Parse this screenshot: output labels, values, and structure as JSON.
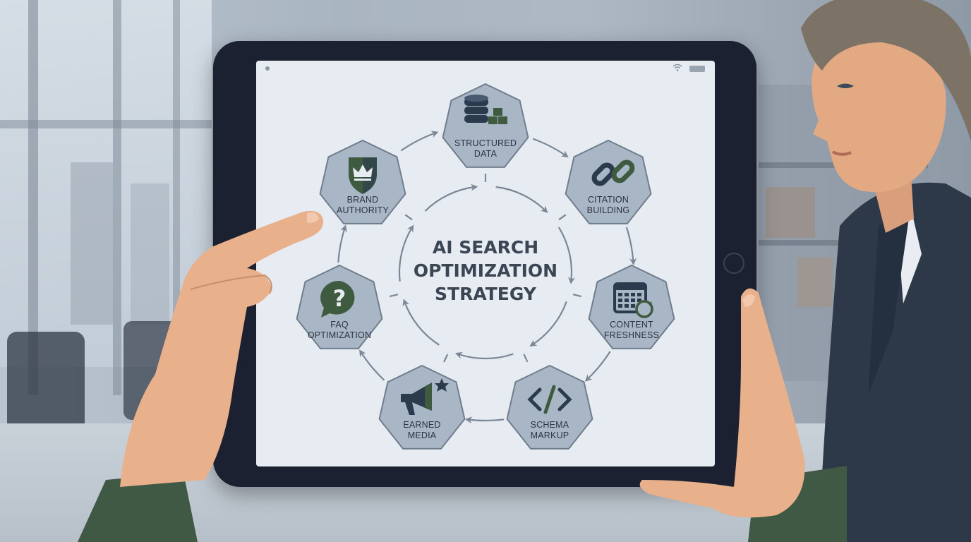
{
  "diagram": {
    "center_title": [
      "AI SEARCH",
      "OPTIMIZATION",
      "STRATEGY"
    ],
    "nodes": [
      {
        "label": [
          "STRUCTURED",
          "DATA"
        ],
        "icon": "database-icon"
      },
      {
        "label": [
          "CITATION",
          "BUILDING"
        ],
        "icon": "link-icon"
      },
      {
        "label": [
          "CONTENT",
          "FRESHNESS"
        ],
        "icon": "calendar-refresh-icon"
      },
      {
        "label": [
          "SCHEMA",
          "MARKUP"
        ],
        "icon": "code-icon"
      },
      {
        "label": [
          "EARNED",
          "MEDIA"
        ],
        "icon": "megaphone-icon"
      },
      {
        "label": [
          "FAQ",
          "OPTIMIZATION"
        ],
        "icon": "question-bubble-icon"
      },
      {
        "label": [
          "BRAND",
          "AUTHORITY"
        ],
        "icon": "shield-crown-icon"
      }
    ]
  },
  "colors": {
    "node_fill": "#a9b6c5",
    "node_stroke": "#6f7d8d",
    "icon_dark": "#2c3a4d",
    "icon_green": "#3e5a3f",
    "arrow": "#7b8796",
    "screen_bg": "#e7ecf2",
    "frame": "#1b2130"
  }
}
